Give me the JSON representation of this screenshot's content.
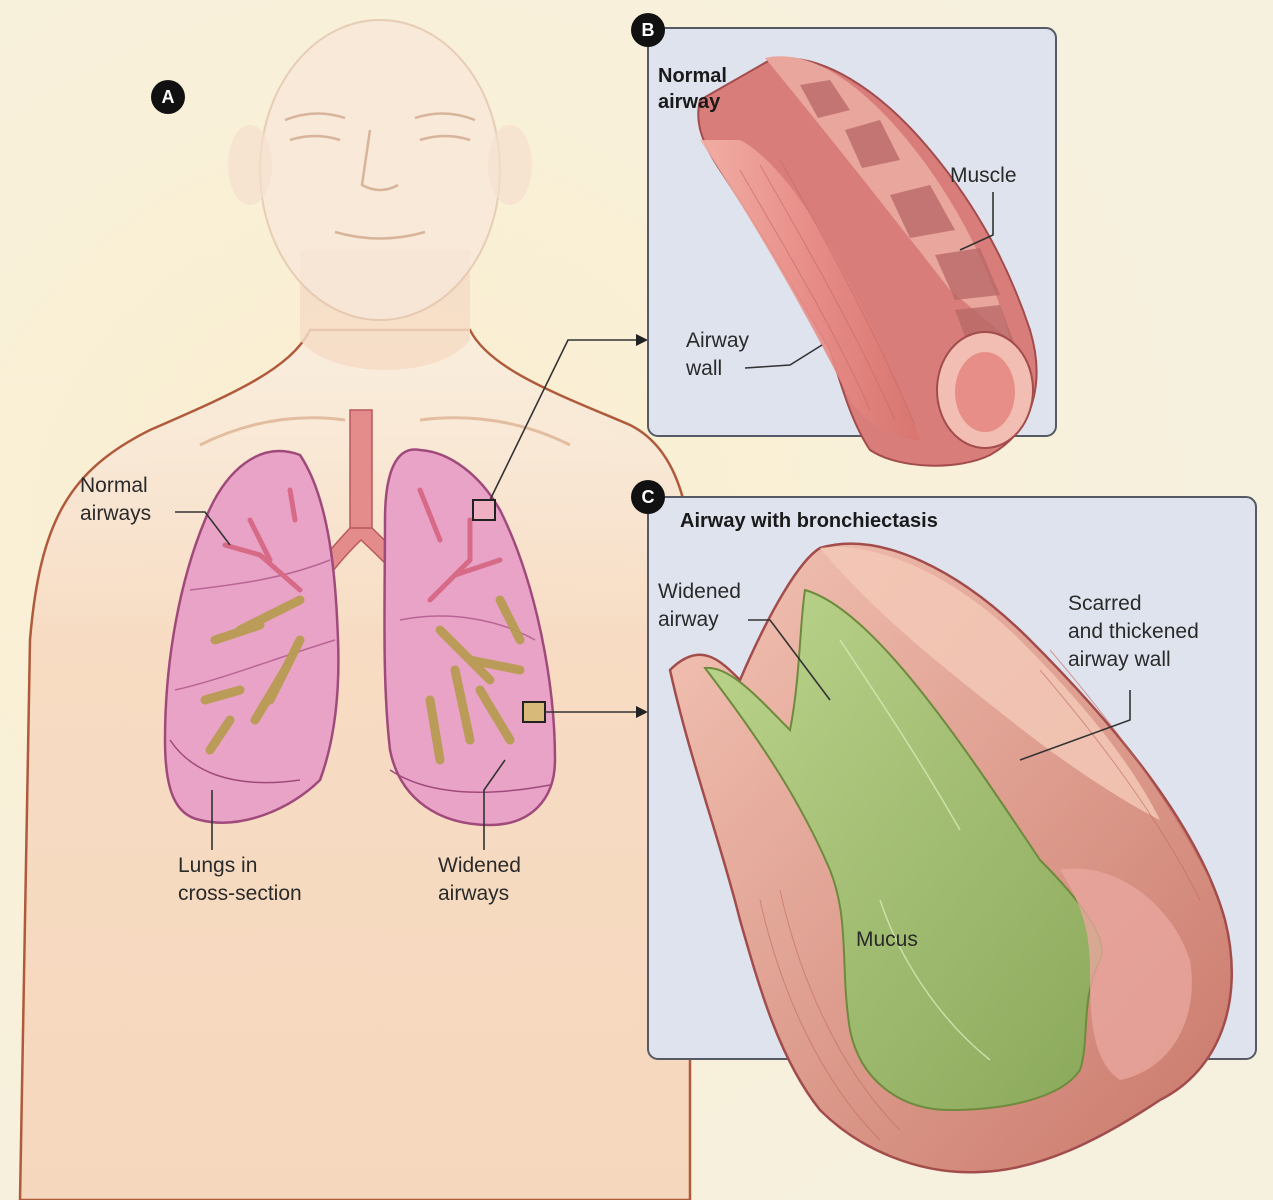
{
  "panels": {
    "a": {
      "badge": "A"
    },
    "b": {
      "badge": "B",
      "title_line1": "Normal",
      "title_line2": "airway"
    },
    "c": {
      "badge": "C",
      "title": "Airway with bronchiectasis"
    }
  },
  "labels": {
    "normal_airways": [
      "Normal",
      "airways"
    ],
    "lungs": [
      "Lungs in",
      "cross-section"
    ],
    "widened_airways": [
      "Widened",
      "airways"
    ],
    "muscle": "Muscle",
    "airway_wall": [
      "Airway",
      "wall"
    ],
    "widened_airway": [
      "Widened",
      "airway"
    ],
    "scarred": [
      "Scarred",
      "and thickened",
      "airway wall"
    ],
    "mucus": "Mucus"
  },
  "colors": {
    "skin": "#f7dcc3",
    "skin_outline": "#b05a3c",
    "lung": "#e9a3c6",
    "lung_outline": "#a04a7c",
    "airway": "#e88a8a",
    "mucus": "#a9c37a",
    "panel_bg": "#dfe3ee",
    "panel_border": "#555a66"
  }
}
